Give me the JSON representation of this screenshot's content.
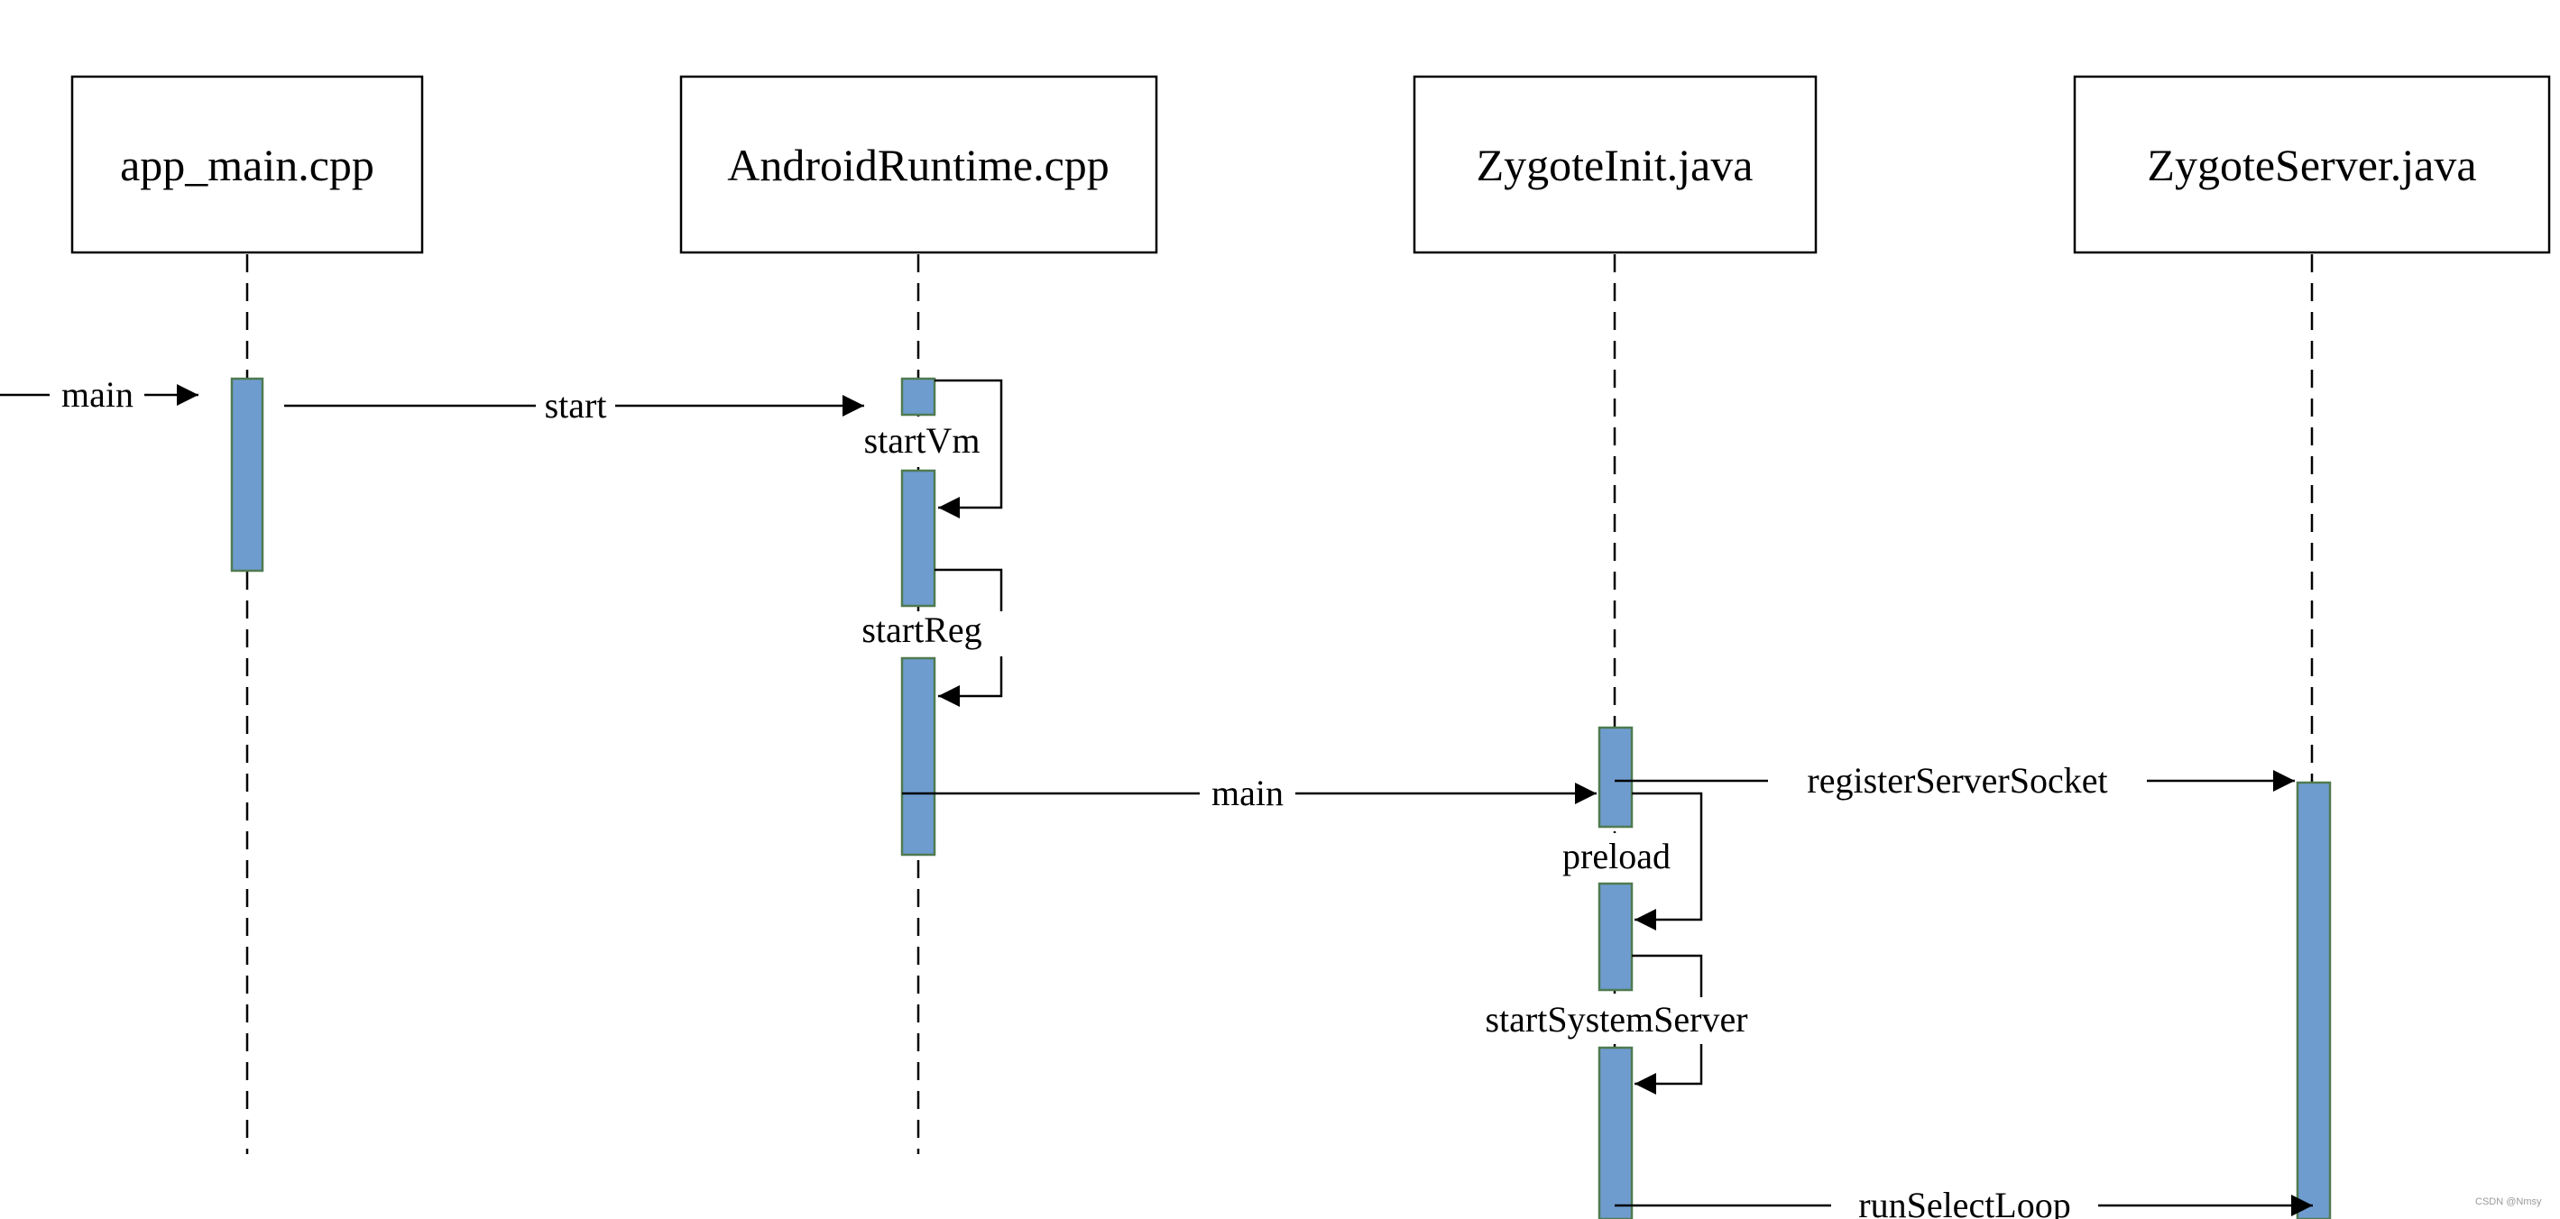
{
  "participants": [
    {
      "id": "app_main",
      "title": "app_main.cpp"
    },
    {
      "id": "android_runtime",
      "title": "AndroidRuntime.cpp"
    },
    {
      "id": "zygote_init",
      "title": "ZygoteInit.java"
    },
    {
      "id": "zygote_server",
      "title": "ZygoteServer.java"
    }
  ],
  "messages": {
    "main_in": "main",
    "start": "start",
    "start_vm": "startVm",
    "start_reg": "startReg",
    "main_call": "main",
    "register_server_socket": "registerServerSocket",
    "preload": "preload",
    "start_system_server": "startSystemServer",
    "run_select_loop": "runSelectLoop"
  },
  "watermark": "CSDN @Nmsy",
  "colors": {
    "activation_fill": "#6f9ccf",
    "activation_border": "#4f7a50",
    "line": "#000000",
    "background": "#ffffff"
  }
}
